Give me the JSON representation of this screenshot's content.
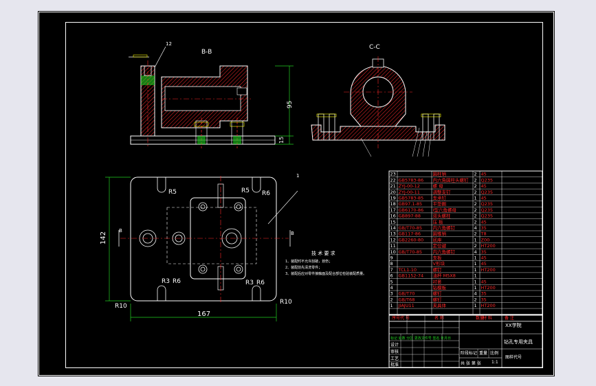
{
  "views": {
    "section_b": "B-B",
    "section_c": "C-C",
    "leader_12": "12",
    "leader_1": "1"
  },
  "dimensions": {
    "height_95": "95",
    "height_15": "15",
    "height_142": "142",
    "width_167": "167",
    "r5_tl": "R5",
    "r6_tr": "R6",
    "r5_tr": "R5",
    "r3_bl": "R3",
    "r6_bl": "R6",
    "r3_br": "R3",
    "r6_br": "R6",
    "r10_left": "R10",
    "r10_right": "R10",
    "b_left": "B",
    "b_right": "B"
  },
  "tech_requirements": {
    "title": "技 术 要 求",
    "lines": [
      "1、装配时不允许刮破，划伤；",
      "2、装配前先清洗零件；",
      "3、装配后应对零件接触面及配合部位检验装配质量。"
    ]
  },
  "parts_list": {
    "rows": [
      {
        "no": "23",
        "code": "",
        "name": "圆柱销",
        "qty": "2",
        "mat": "45"
      },
      {
        "no": "22",
        "code": "GB5783-86",
        "name": "内六角圆柱头螺钉",
        "qty": "2",
        "mat": "Q235"
      },
      {
        "no": "21",
        "code": "ZYJ-00-12",
        "name": "螺 母",
        "qty": "2",
        "mat": "45"
      },
      {
        "no": "20",
        "code": "ZYJ-00-11",
        "name": "调整支钉",
        "qty": "2",
        "mat": "Q235"
      },
      {
        "no": "19",
        "code": "GB5783-85",
        "name": "支承钉",
        "qty": "1",
        "mat": "45"
      },
      {
        "no": "18",
        "code": "GB97.1-85",
        "name": "平垫圈",
        "qty": "2",
        "mat": "Q235"
      },
      {
        "no": "17",
        "code": "GB6170-86",
        "name": "I型六角螺母",
        "qty": "2",
        "mat": "Q235"
      },
      {
        "no": "16",
        "code": "GB897-88",
        "name": "双头螺柱",
        "qty": "2",
        "mat": "Q235"
      },
      {
        "no": "15",
        "code": "",
        "name": "压 板",
        "qty": "2",
        "mat": "45"
      },
      {
        "no": "14",
        "code": "GB/T70-85",
        "name": "内六角螺钉",
        "qty": "4",
        "mat": "35"
      },
      {
        "no": "13",
        "code": "GB117-86",
        "name": "圆锥销",
        "qty": "2",
        "mat": "T8"
      },
      {
        "no": "12",
        "code": "GB2260-80",
        "name": "底座",
        "qty": "1",
        "mat": "Z00"
      },
      {
        "no": "11",
        "code": "",
        "name": "定位键",
        "qty": "2",
        "mat": "HT200"
      },
      {
        "no": "10",
        "code": "GB/T70-85",
        "name": "内六角螺钉",
        "qty": "4",
        "mat": "35"
      },
      {
        "no": "9",
        "code": "",
        "name": "支板",
        "qty": "1",
        "mat": "45"
      },
      {
        "no": "8",
        "code": "",
        "name": "V形块",
        "qty": "1",
        "mat": "45"
      },
      {
        "no": "7",
        "code": "TCL1-10",
        "name": "螺钉",
        "qty": "1",
        "mat": "HT200"
      },
      {
        "no": "6",
        "code": "GB1152-74",
        "name": "油杯 M5X8",
        "qty": "1",
        "mat": ""
      },
      {
        "no": "5",
        "code": "",
        "name": "衬套",
        "qty": "1",
        "mat": "45"
      },
      {
        "no": "4",
        "code": "",
        "name": "钻模板",
        "qty": "1",
        "mat": "HT200"
      },
      {
        "no": "3",
        "code": "GB/T70",
        "name": "螺钉",
        "qty": "4",
        "mat": "35"
      },
      {
        "no": "2",
        "code": "GB/T68",
        "name": "螺钉",
        "qty": "2",
        "mat": "35"
      },
      {
        "no": "1",
        "code": "JIAJU11",
        "name": "夹具体",
        "qty": "1",
        "mat": "HT200"
      }
    ],
    "header": {
      "no": "序号",
      "code": "代 号",
      "name": "名 称",
      "qty": "数量",
      "mat": "材 料",
      "note": "备 注"
    }
  },
  "title_block": {
    "school": "XX学院",
    "drawing_title": "钻孔专用夹具",
    "scale": "1:1",
    "drawing_no_label": "图样代号",
    "designer_label": "设计",
    "checker_label": "审核",
    "process_label": "工艺",
    "approve_label": "批准",
    "stage_label": "阶段标记",
    "weight_label": "重量",
    "scale_label": "比例",
    "marks_row": "标记 处数 分区 更改文件号 签名 年月日",
    "sheet_info": "共 张 第 张"
  },
  "colors": {
    "outline": "#ffffff",
    "cad_red": "#ff2a2a",
    "cad_green": "#22d022",
    "cad_yellow": "#ffff00",
    "cad_cyan": "#22e0e0",
    "cad_magenta": "#e040ff"
  }
}
